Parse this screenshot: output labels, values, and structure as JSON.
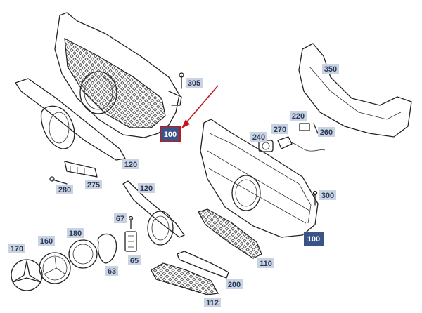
{
  "diagram": {
    "callouts": [
      {
        "id": "c305",
        "label": "305"
      },
      {
        "id": "c100a",
        "label": "100"
      },
      {
        "id": "c100b",
        "label": "100"
      },
      {
        "id": "c120a",
        "label": "120"
      },
      {
        "id": "c120b",
        "label": "120"
      },
      {
        "id": "c275",
        "label": "275"
      },
      {
        "id": "c280",
        "label": "280"
      },
      {
        "id": "c350",
        "label": "350"
      },
      {
        "id": "c220",
        "label": "220"
      },
      {
        "id": "c270",
        "label": "270"
      },
      {
        "id": "c240",
        "label": "240"
      },
      {
        "id": "c260",
        "label": "260"
      },
      {
        "id": "c300",
        "label": "300"
      },
      {
        "id": "c67",
        "label": "67"
      },
      {
        "id": "c170",
        "label": "170"
      },
      {
        "id": "c160",
        "label": "160"
      },
      {
        "id": "c180",
        "label": "180"
      },
      {
        "id": "c65",
        "label": "65"
      },
      {
        "id": "c63",
        "label": "63"
      },
      {
        "id": "c110",
        "label": "110"
      },
      {
        "id": "c200",
        "label": "200"
      },
      {
        "id": "c112",
        "label": "112"
      }
    ],
    "highlight_color": "#c4161c",
    "callout_color": "#c9d3e2",
    "callout_highlight_color": "#3a5488"
  }
}
